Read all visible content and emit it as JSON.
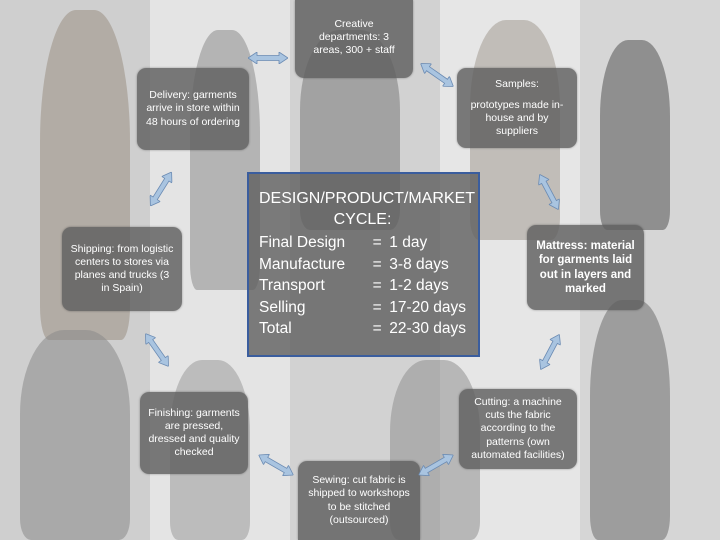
{
  "colors": {
    "box_fill": "#5f5f5f",
    "box_text": "#ffffff",
    "center_border": "#3a5d9e",
    "arrow_fill": "#a9c4e0",
    "arrow_stroke": "#6b8bb3"
  },
  "center": {
    "title_line1": "DESIGN/PRODUCT/MARKET",
    "title_line2": "CYCLE:",
    "rows": [
      {
        "label": "Final Design",
        "eq": "=",
        "value": "1 day"
      },
      {
        "label": "Manufacture",
        "eq": "=",
        "value": "3-8 days"
      },
      {
        "label": "Transport",
        "eq": "=",
        "value": "1-2 days"
      },
      {
        "label": "Selling",
        "eq": "=",
        "value": "17-20 days"
      },
      {
        "label": "Total",
        "eq": "=",
        "value": "22-30 days"
      }
    ]
  },
  "nodes": {
    "creative": "Creative departments: 3 areas, 300 + staff",
    "samples_title": "Samples:",
    "samples_body": "prototypes made in-house and by suppliers",
    "mattress": "Mattress: material for garments laid out in layers and marked",
    "cutting": "Cutting: a machine cuts the fabric according to the patterns (own automated facilities)",
    "sewing": "Sewing: cut fabric is shipped to workshops to be stitched (outsourced)",
    "finishing": "Finishing: garments are pressed, dressed and quality checked",
    "shipping": "Shipping: from logistic centers to stores via planes and trucks (3 in Spain)",
    "delivery": "Delivery: garments arrive in store within 48 hours of ordering"
  },
  "arrow_icon": "double-headed-arrow"
}
